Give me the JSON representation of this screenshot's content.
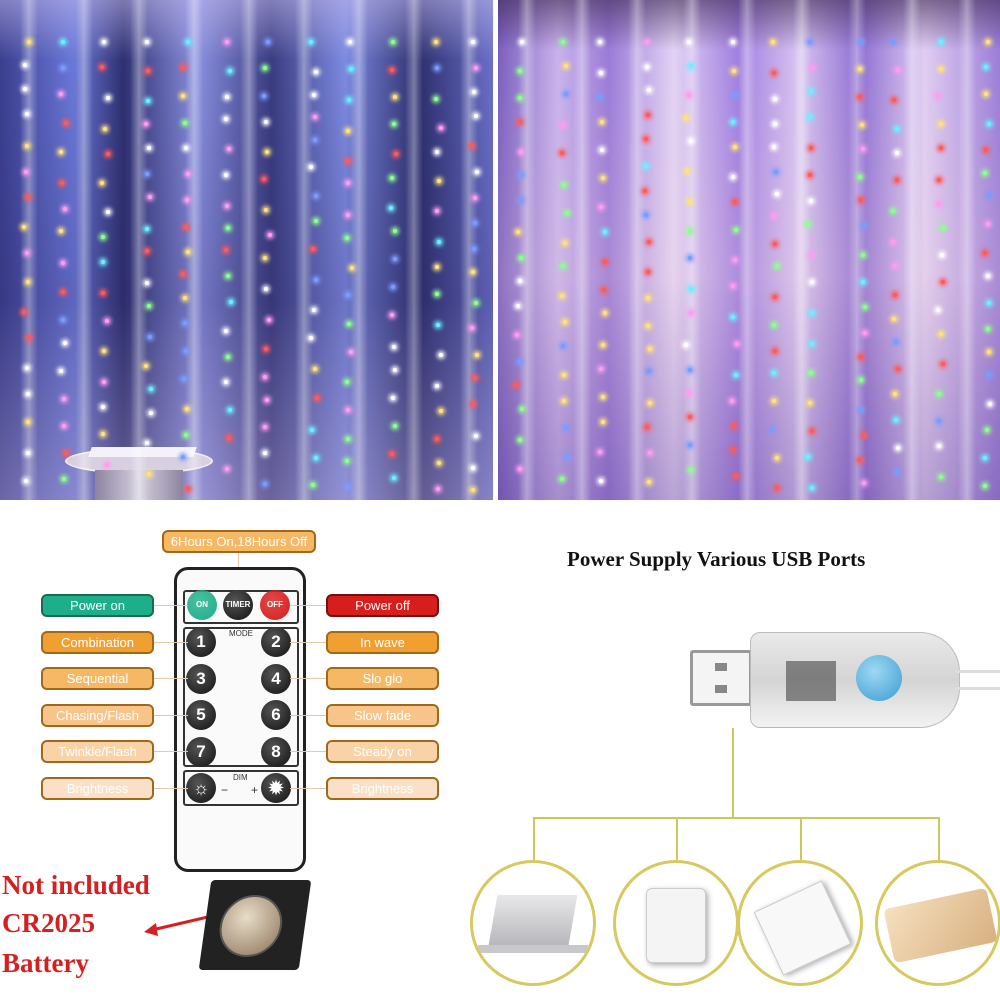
{
  "remote": {
    "timer_label": "6Hours On,18Hours Off",
    "mode_label": "MODE",
    "dim_label": "DIM",
    "minus": "−",
    "plus": "+",
    "buttons": {
      "on": "ON",
      "timer": "TIMER",
      "off": "OFF"
    },
    "numbers": [
      "1",
      "2",
      "3",
      "4",
      "5",
      "6",
      "7",
      "8"
    ],
    "left_labels": [
      "Power on",
      "Combination",
      "Sequential",
      "Chasing/Flash",
      "Twinkle/Flash",
      "Brightness"
    ],
    "right_labels": [
      "Power off",
      "In wave",
      "Slo glo",
      "Slow fade",
      "Steady on",
      "Brightness"
    ],
    "colors": {
      "power_on": "#1fae8a",
      "power_off": "#d81d1d",
      "orange": [
        "#f0a030",
        "#f5b865",
        "#f7c58a",
        "#f8d3a8",
        "#fae0c6"
      ]
    }
  },
  "battery": {
    "line1": "Not included",
    "line2": "CR2025",
    "line3": "Battery",
    "color": "#d42020"
  },
  "usb": {
    "title": "Power Supply Various USB Ports",
    "devices": [
      "laptop-icon",
      "wall-charger-icon",
      "power-strip-icon",
      "power-bank-icon"
    ]
  }
}
